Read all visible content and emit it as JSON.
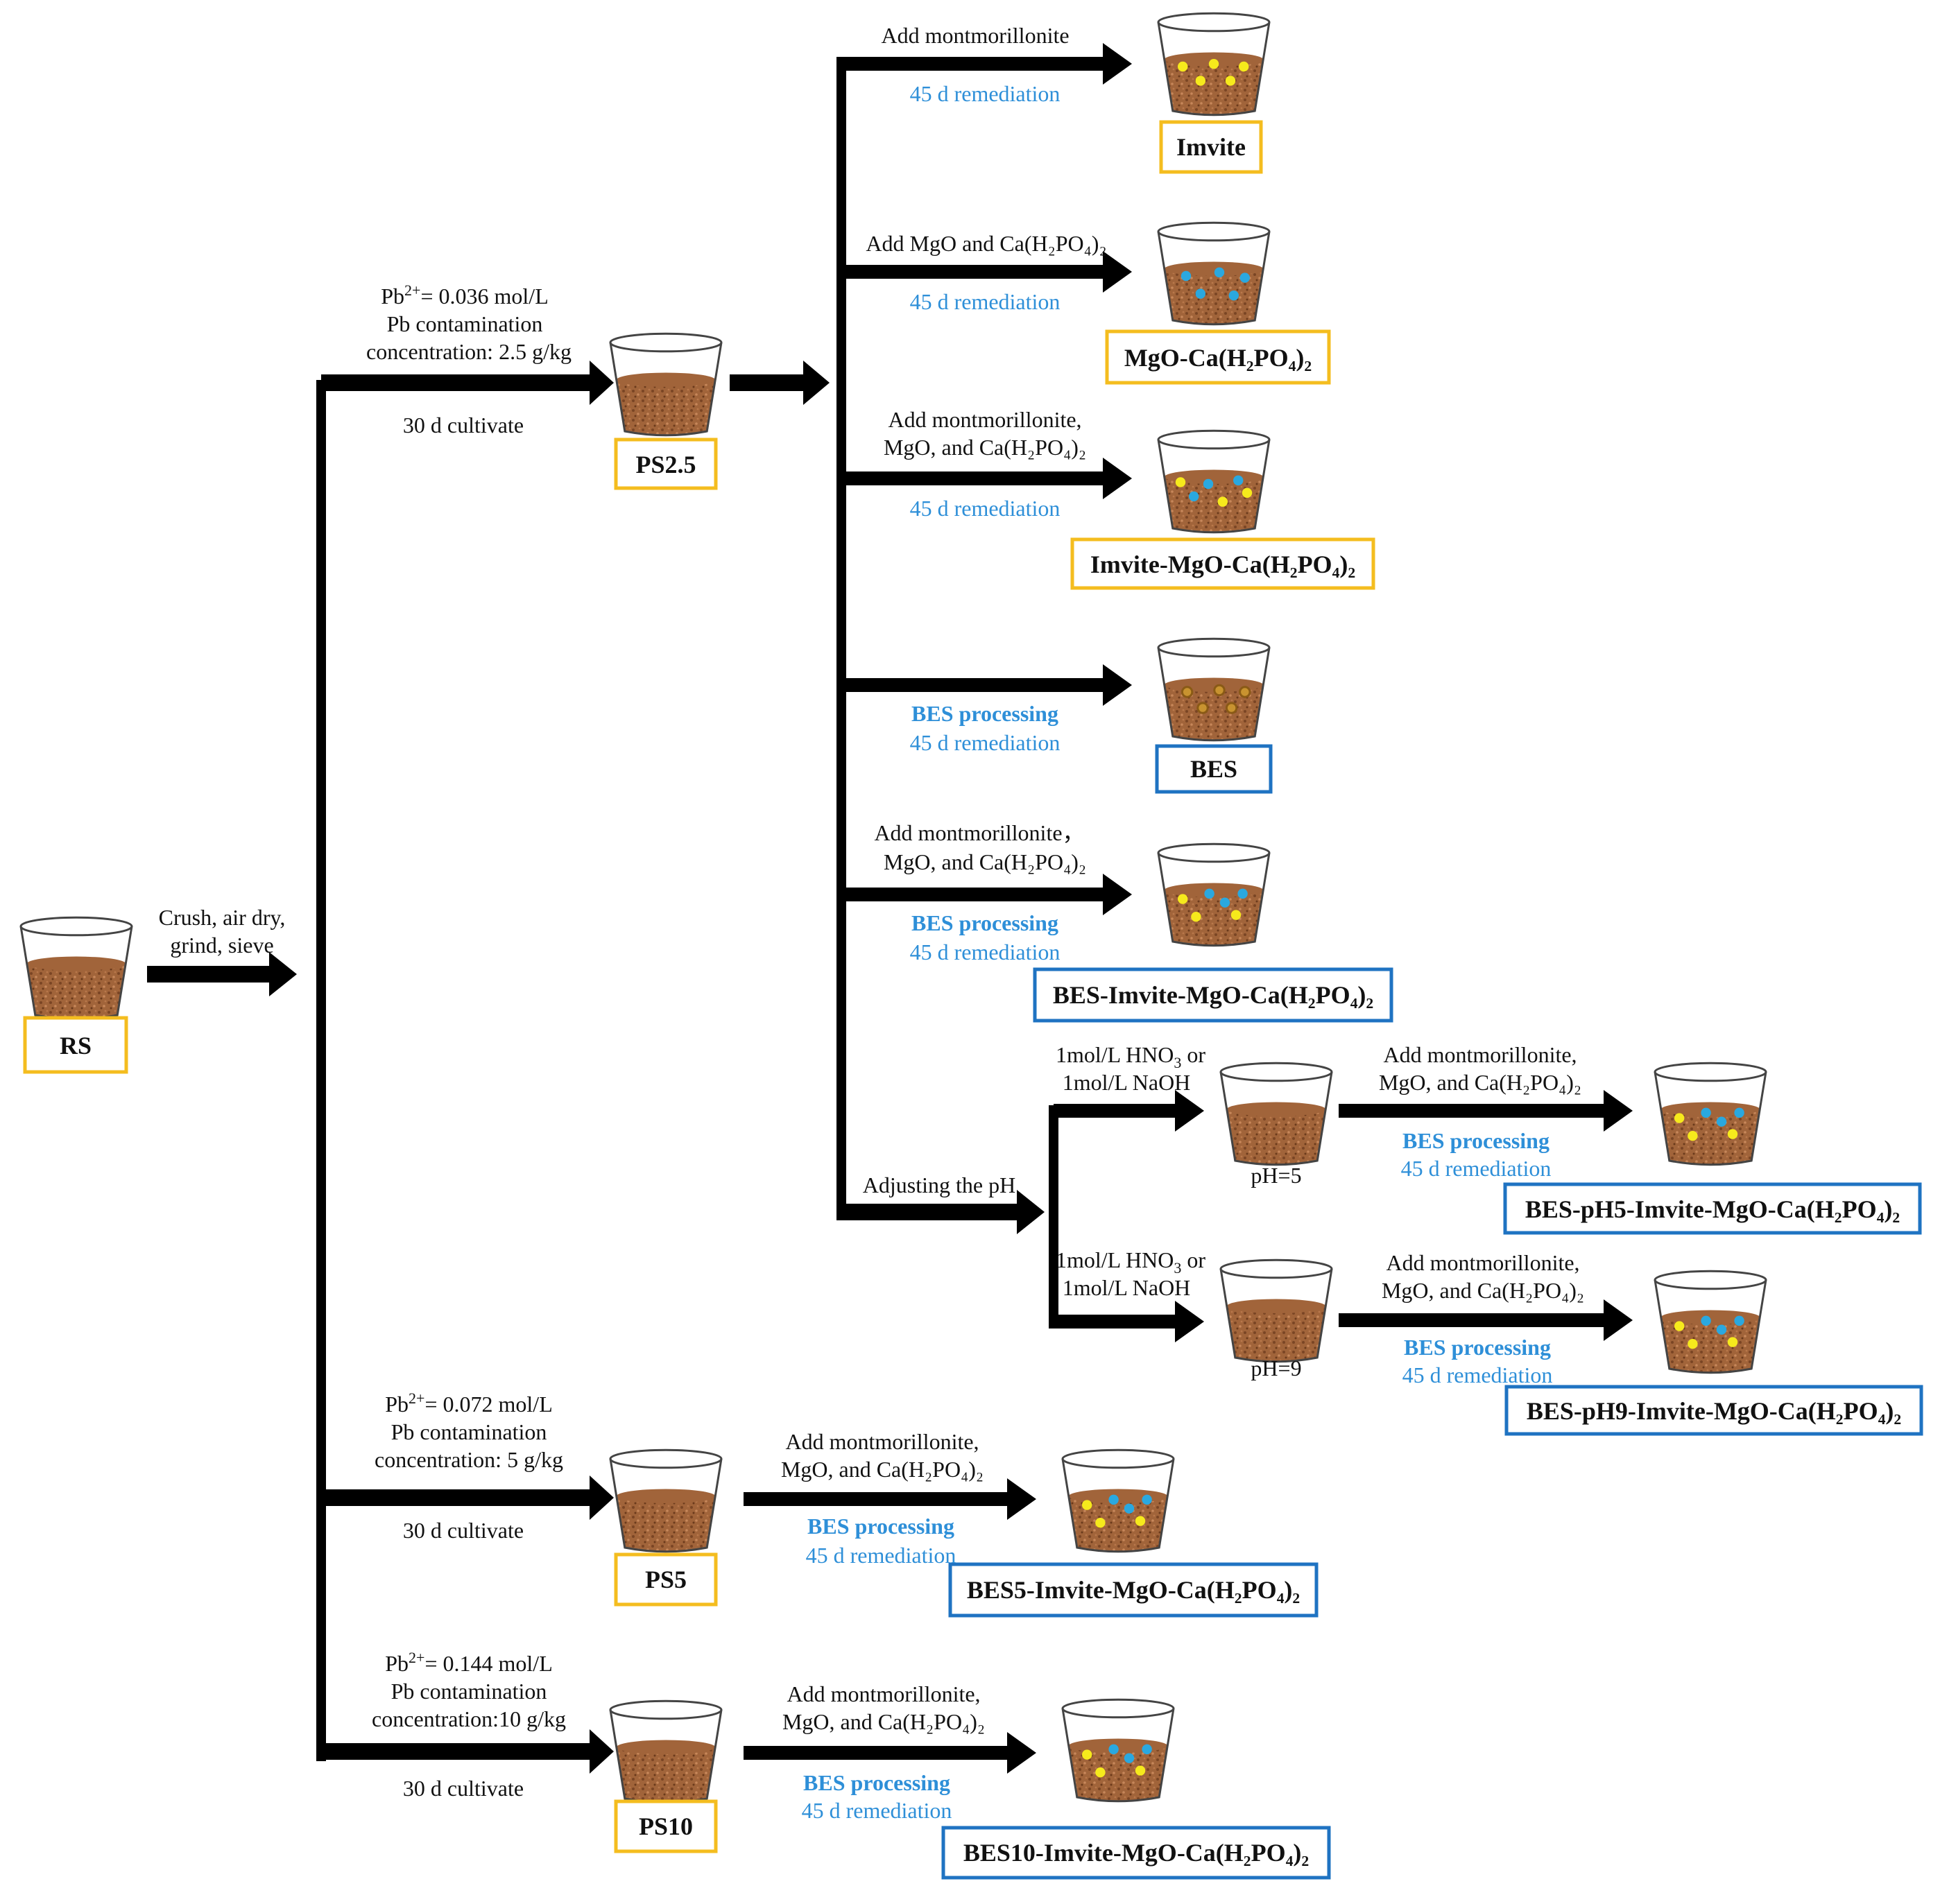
{
  "colors": {
    "arrow": "#000000",
    "orange_box": "#f4bd1f",
    "blue_box": "#1f73c2",
    "blue_text": "#2e8fd8",
    "soil": "#a1643a",
    "soil_dark": "#7a4524",
    "yellow_particle": "#f6ea1c",
    "blue_particle": "#2aa8df",
    "brown_particle": "#c89330"
  },
  "start": {
    "label": "RS",
    "step": [
      "Crush, air dry,",
      "grind, sieve"
    ]
  },
  "branches": {
    "ps25": {
      "label": "PS2.5",
      "conc": [
        "Pb",
        "2+",
        "= 0.036 mol/L"
      ],
      "line2": "Pb contamination",
      "line3": "concentration: 2.5 g/kg",
      "cultivate": "30 d cultivate"
    },
    "ps5": {
      "label": "PS5",
      "conc": [
        "Pb",
        "2+",
        "= 0.072 mol/L"
      ],
      "line2": "Pb contamination",
      "line3": "concentration: 5 g/kg",
      "cultivate": "30 d cultivate"
    },
    "ps10": {
      "label": "PS10",
      "conc": [
        "Pb",
        "2+",
        "= 0.144 mol/L"
      ],
      "line2": "Pb contamination",
      "line3": "concentration:10 g/kg",
      "cultivate": "30 d cultivate"
    }
  },
  "treatments": {
    "imvite": {
      "add": [
        "Add montmorillonite"
      ],
      "remediation": "45 d remediation",
      "label": "Imvite"
    },
    "mgo": {
      "add": [
        "Add MgO and Ca(H₂PO₄)₂"
      ],
      "remediation": "45 d remediation",
      "label": "MgO-Ca(H₂PO₄)₂"
    },
    "imvite_mgo": {
      "add": [
        "Add montmorillonite,",
        "MgO, and Ca(H₂PO₄)₂"
      ],
      "remediation": "45 d remediation",
      "label": "Imvite-MgO-Ca(H₂PO₄)₂"
    },
    "bes": {
      "processing": "BES processing",
      "remediation": "45 d remediation",
      "label": "BES"
    },
    "bes_imvite": {
      "add": [
        "Add montmorillonite，",
        "MgO, and Ca(H₂PO₄)₂"
      ],
      "processing": "BES processing",
      "remediation": "45 d remediation",
      "label": "BES-Imvite-MgO-Ca(H₂PO₄)₂"
    }
  },
  "ph": {
    "adjust": "Adjusting the pH",
    "reagent_a": [
      "1mol/L HNO",
      "3",
      " or"
    ],
    "reagent_b": "1mol/L NaOH",
    "ph5_label": "pH=5",
    "ph9_label": "pH=9",
    "add": [
      "Add montmorillonite,",
      "MgO, and Ca(H₂PO₄)₂"
    ],
    "processing": "BES processing",
    "remediation": "45 d remediation",
    "ph5_result": "BES-pH5-Imvite-MgO-Ca(H₂PO₄)₂",
    "ph9_result": "BES-pH9-Imvite-MgO-Ca(H₂PO₄)₂"
  },
  "ps5_result": {
    "add": [
      "Add montmorillonite,",
      "MgO, and Ca(H₂PO₄)₂"
    ],
    "processing": "BES processing",
    "remediation": "45 d remediation",
    "label": "BES5-Imvite-MgO-Ca(H₂PO₄)₂"
  },
  "ps10_result": {
    "add": [
      "Add montmorillonite,",
      "MgO, and Ca(H₂PO₄)₂"
    ],
    "processing": "BES processing",
    "remediation": "45 d remediation",
    "label": "BES10-Imvite-MgO-Ca(H₂PO₄)₂"
  }
}
